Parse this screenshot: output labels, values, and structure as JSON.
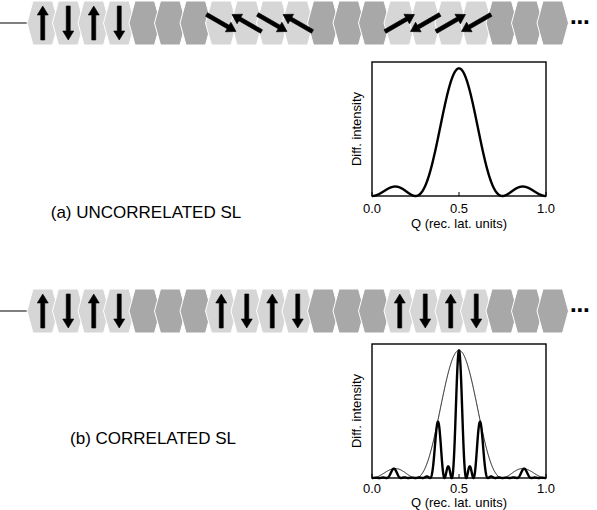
{
  "diagram": {
    "labels": [
      "⋯",
      "(a) UNCORRELATED SL",
      "Diff. intensity",
      "0.0",
      "0.5",
      "1.0",
      "Q (rec. lat. units)",
      "⋯",
      "(b) CORRELATED SL",
      "Diff. intensity",
      "0.0",
      "0.5",
      "1.0",
      "Q (rec. lat. units)"
    ]
  }
}
